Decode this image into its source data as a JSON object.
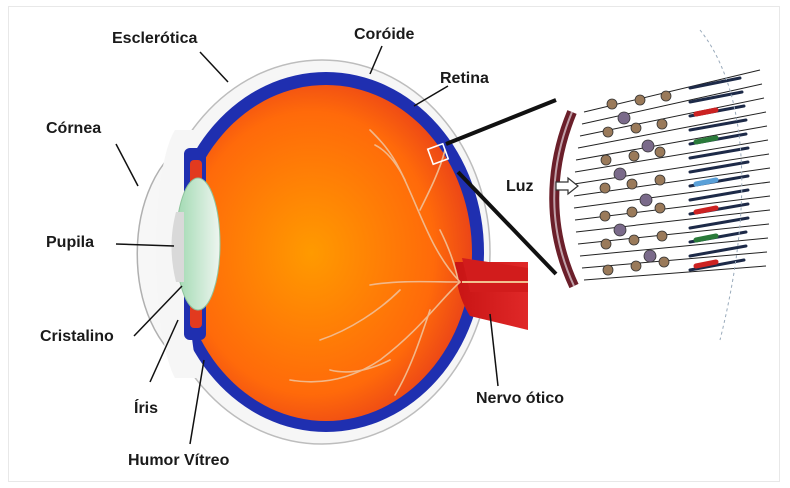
{
  "labels": {
    "esclerotica": "Esclerótica",
    "coroide": "Coróide",
    "retina": "Retina",
    "cornea": "Córnea",
    "pupila": "Pupila",
    "cristalino": "Cristalino",
    "iris": "Íris",
    "humor_vitreo": "Humor Vítreo",
    "nervo_otico": "Nervo ótico",
    "luz": "Luz"
  },
  "colors": {
    "sclera": "#1f2fb0",
    "eyeball_center": "#ff8a00",
    "eyeball_edge": "#e4381c",
    "lens": "#bfe6c8",
    "vessels": "#f2b88a",
    "nerve": "#d01a1a",
    "retina_layer": "#6b1f2a",
    "leader_lines": "#111111"
  }
}
